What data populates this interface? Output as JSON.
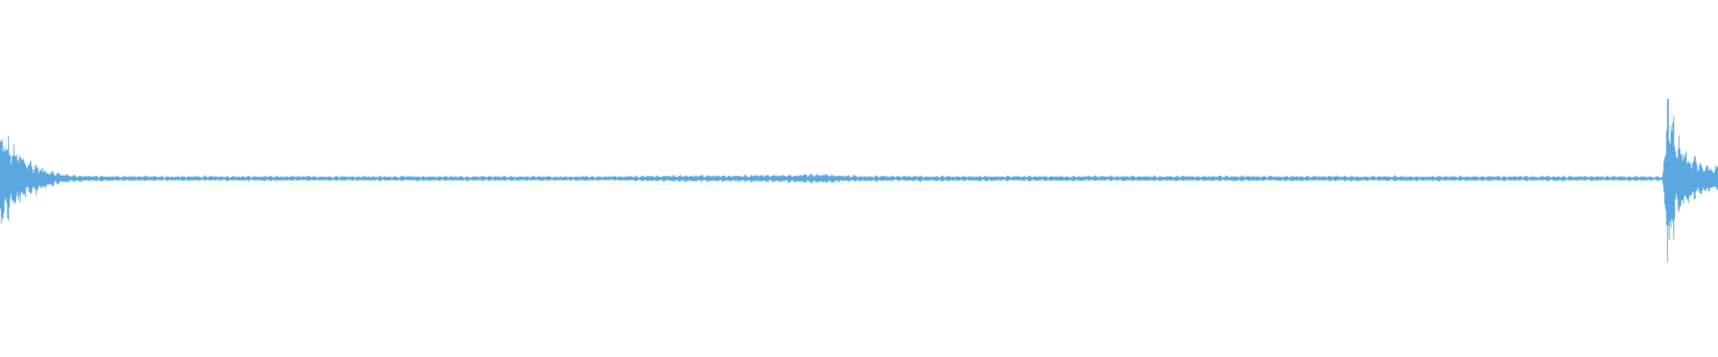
{
  "waveform": {
    "color": "#5ba8e0",
    "background": "#ffffff",
    "envelope_points": [
      [
        0.0,
        0.33
      ],
      [
        0.006,
        0.24
      ],
      [
        0.015,
        0.14
      ],
      [
        0.025,
        0.07
      ],
      [
        0.035,
        0.035
      ],
      [
        0.045,
        0.022
      ],
      [
        0.06,
        0.018
      ],
      [
        0.1,
        0.017
      ],
      [
        0.2,
        0.017
      ],
      [
        0.3,
        0.017
      ],
      [
        0.36,
        0.016
      ],
      [
        0.38,
        0.02
      ],
      [
        0.4,
        0.024
      ],
      [
        0.42,
        0.022
      ],
      [
        0.45,
        0.026
      ],
      [
        0.47,
        0.03
      ],
      [
        0.48,
        0.032
      ],
      [
        0.49,
        0.024
      ],
      [
        0.5,
        0.02
      ],
      [
        0.55,
        0.018
      ],
      [
        0.6,
        0.018
      ],
      [
        0.7,
        0.018
      ],
      [
        0.8,
        0.018
      ],
      [
        0.9,
        0.017
      ],
      [
        0.968,
        0.016
      ],
      [
        0.97,
        0.35
      ],
      [
        0.971,
        0.65
      ],
      [
        0.973,
        0.45
      ],
      [
        0.976,
        0.3
      ],
      [
        0.98,
        0.22
      ],
      [
        0.985,
        0.16
      ],
      [
        0.99,
        0.12
      ],
      [
        0.995,
        0.1
      ],
      [
        1.0,
        0.09
      ]
    ]
  }
}
